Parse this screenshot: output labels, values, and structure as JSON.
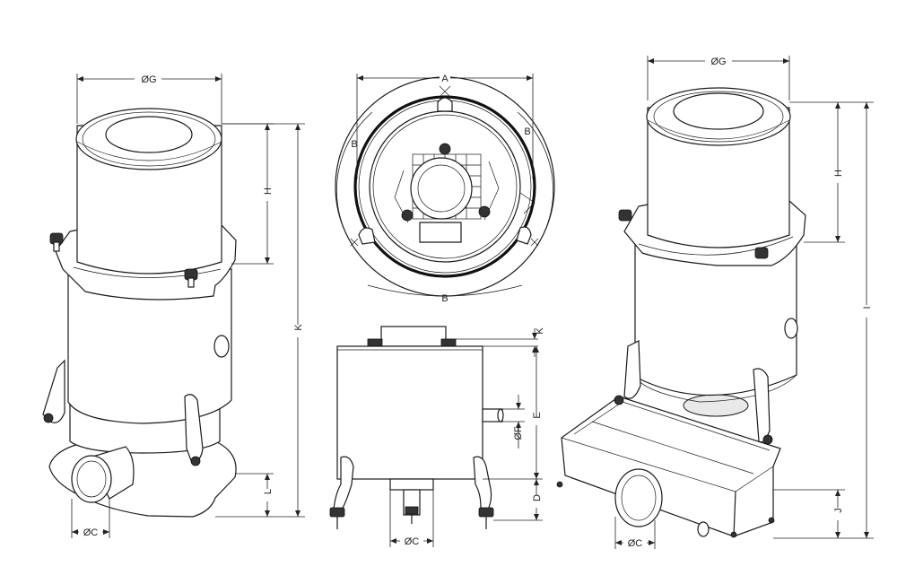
{
  "labels": {
    "A": "A",
    "B": "B",
    "C": "ØC",
    "D": "D",
    "E": "E",
    "F": "ØF",
    "G": "ØG",
    "H": "H",
    "I": "I",
    "J": "J",
    "K": "K",
    "L": "L"
  },
  "views": [
    "side-view",
    "top-view",
    "front-view",
    "isometric-view"
  ]
}
